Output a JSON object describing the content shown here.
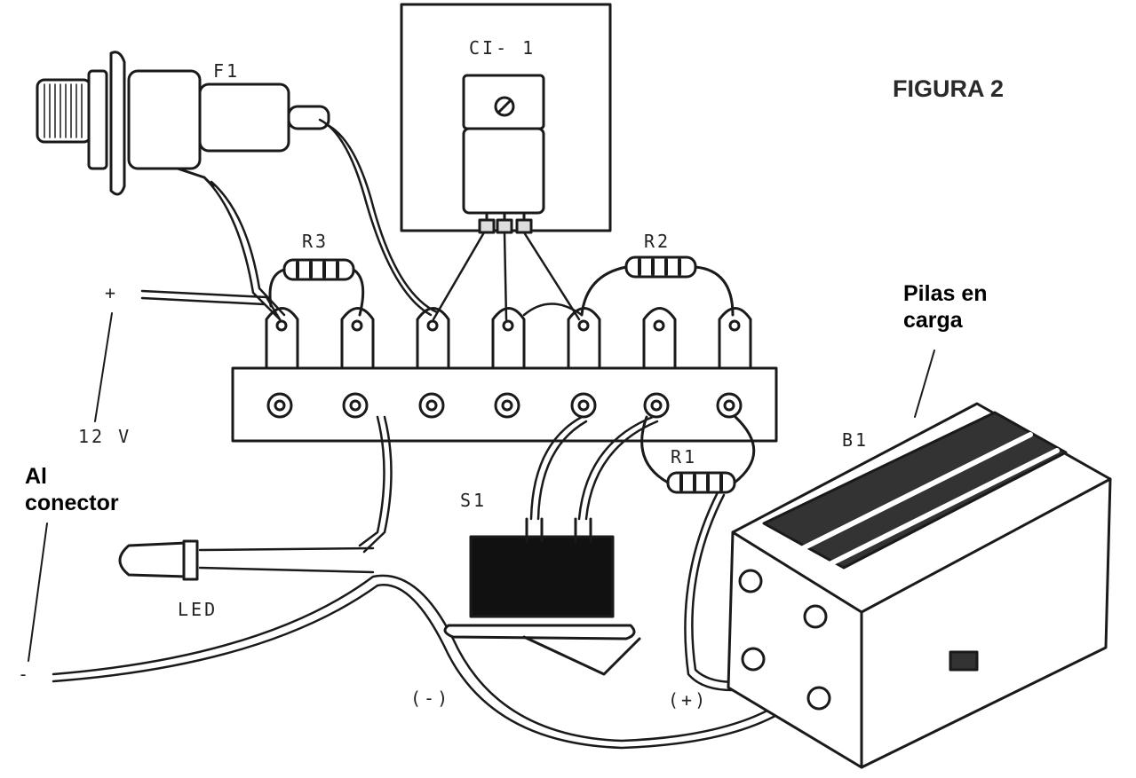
{
  "figure": {
    "title": "FIGURA 2",
    "components": {
      "fuse": "F1",
      "ic": "CI- 1",
      "resistor_r1": "R1",
      "resistor_r2": "R2",
      "resistor_r3": "R3",
      "switch": "S1",
      "battery": "B1",
      "led": "LED"
    },
    "labels": {
      "plus": "+",
      "minus": "-",
      "voltage": "12 V",
      "negative_wire": "(-)",
      "positive_wire": "(+)"
    },
    "annotations": {
      "connector_line1": "Al",
      "connector_line2": "conector",
      "battery_line1": "Pilas en",
      "battery_line2": "carga"
    }
  }
}
